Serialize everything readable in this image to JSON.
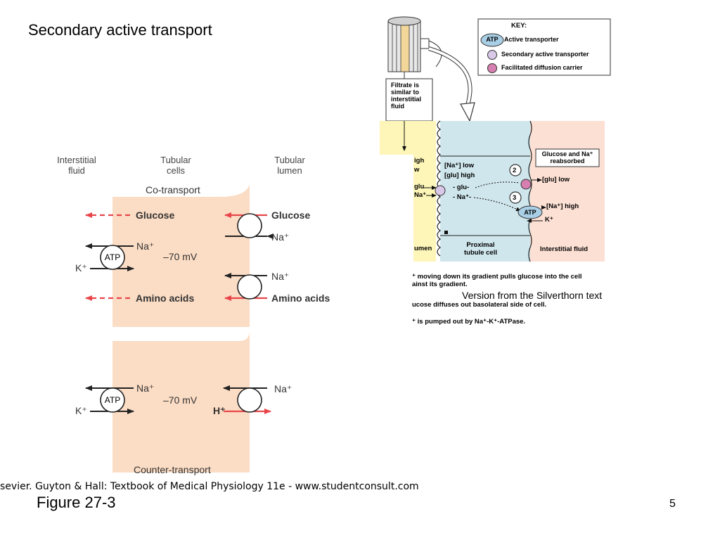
{
  "slide": {
    "title": "Secondary active transport",
    "figure_label": "Figure 27-3",
    "page_number": "5",
    "credit": "sevier. Guyton & Hall: Textbook of Medical Physiology 11e - www.studentconsult.com",
    "version_note": "Version from the Silverthorn text"
  },
  "guyton_diagram": {
    "headers": [
      "Interstitial\nfluid",
      "Tubular\ncells",
      "Tubular\nlumen"
    ],
    "cotransport_label": "Co-transport",
    "countertransport_label": "Counter-transport",
    "glucose": "Glucose",
    "amino_acids": "Amino acids",
    "na_plus": "Na⁺",
    "k_plus": "K⁺",
    "h_plus": "H⁺",
    "atp": "ATP",
    "membrane_potential": "–70 mV",
    "colors": {
      "cell_fill": "#fbdcc4",
      "red_arrow": "#e8454a",
      "black_arrow": "#222222"
    }
  },
  "silverthorn_diagram": {
    "key": {
      "title": "KEY:",
      "atp": "ATP",
      "active_transporter": "Active transporter",
      "secondary_active_transporter": "Secondary active transporter",
      "facilitated_diffusion_carrier": "Facilitated diffusion carrier"
    },
    "filtrate_note": "Filtrate is\nsimilar to\ninterstitial\nfluid",
    "lumen_high": "igh",
    "lumen_w": "w",
    "lumen_glu": "glu",
    "lumen_na": "Na⁺",
    "lumen_label": "umen",
    "cell_na_low": "[Na⁺] low",
    "cell_glu_high": "[glu] high",
    "cell_glu": "- glu-",
    "cell_na": "- Na⁺-",
    "step2": "2",
    "step3": "3",
    "glu_low": "[glu] low",
    "na_high": "[Na⁺] high",
    "atp": "ATP",
    "k_plus": "K⁺",
    "reabsorbed_box": "Glucose and Na⁺\nreabsorbed",
    "cell_label": "Proximal\ntubule cell",
    "interstitial_label": "Interstitial fluid",
    "steps": [
      "⁺ moving down its gradient pulls glucose into the cell\nainst its gradient.",
      "ucose diffuses out basolateral side of cell.",
      "⁺ is pumped out by Na⁺-K⁺-ATPase."
    ],
    "colors": {
      "lumen": "#fdf6b8",
      "cell": "#cfe6ec",
      "interstitial": "#fde0d4",
      "secondary": "#d9c8e8",
      "facilitated": "#d77fb0",
      "atp": "#a9cfe6"
    }
  }
}
